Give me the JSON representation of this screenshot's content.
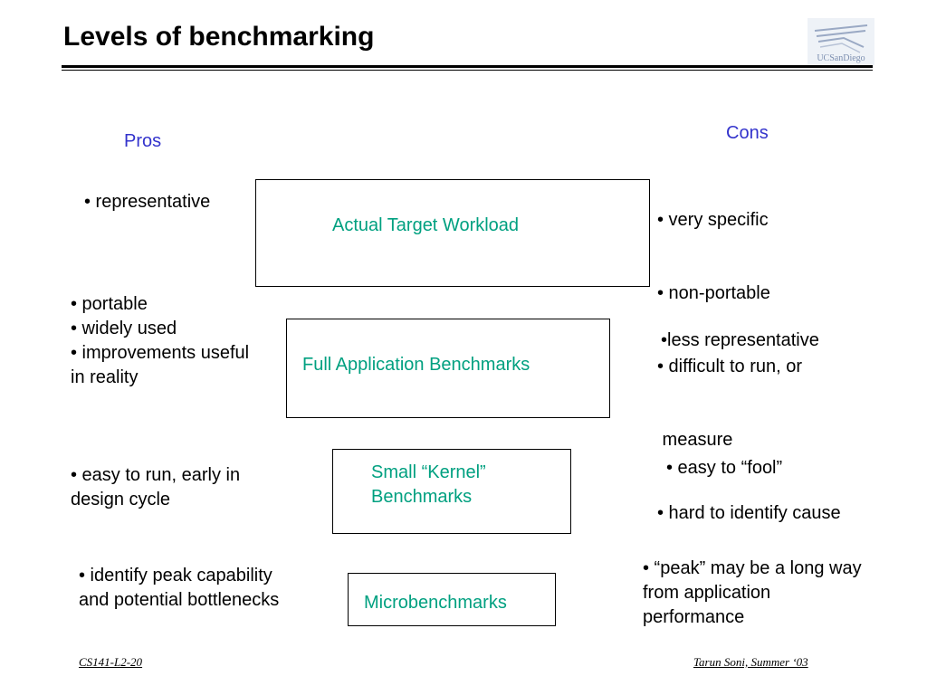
{
  "slide": {
    "title": "Levels of benchmarking",
    "logo_text": "UCSanDiego",
    "columns": {
      "pros": "Pros",
      "cons": "Cons"
    },
    "levels": [
      {
        "label": "Actual Target Workload",
        "pros": [
          "• representative"
        ],
        "cons": [
          "• very specific",
          "• non-portable",
          "• difficult to run, or",
          " measure",
          "• hard to identify cause"
        ]
      },
      {
        "label": "Full Application Benchmarks",
        "pros": [
          "• portable",
          "• widely used",
          "• improvements useful",
          "in reality"
        ],
        "cons": [
          "•less representative"
        ]
      },
      {
        "label_lines": [
          "Small “Kernel”",
          "Benchmarks"
        ],
        "pros": [
          "• easy to run, early in",
          "design cycle"
        ],
        "cons": [
          "• easy to “fool”"
        ]
      },
      {
        "label": "Microbenchmarks",
        "pros": [
          "• identify peak capability",
          "and potential bottlenecks"
        ],
        "cons": [
          "• “peak” may be a long way",
          "from application",
          "performance"
        ]
      }
    ],
    "footer": {
      "left": "CS141-L2-20",
      "right": "Tarun Soni, Summer ‘03"
    },
    "colors": {
      "header": "#3333cc",
      "box_label": "#00a080"
    }
  }
}
